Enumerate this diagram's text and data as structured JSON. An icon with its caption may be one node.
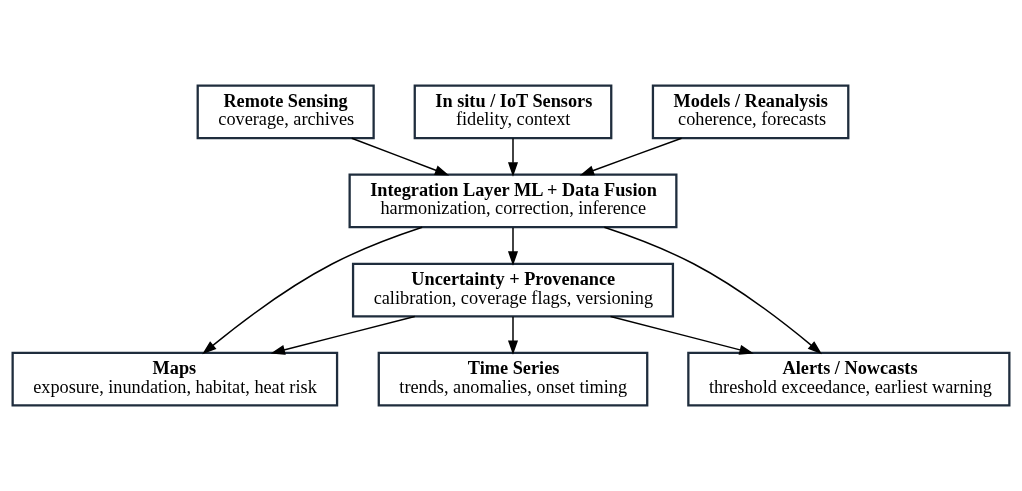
{
  "diagram": {
    "nodes": [
      {
        "text": [
          "Remote Sensing",
          "coverage, archives"
        ]
      },
      {
        "text": [
          "In situ / IoT Sensors",
          "fidelity, context"
        ]
      },
      {
        "text": [
          "Models / Reanalysis",
          "coherence, forecasts"
        ]
      },
      {
        "text": [
          "Integration Layer ML + Data Fusion",
          "harmonization, correction, inference"
        ]
      },
      {
        "text": [
          "Uncertainty + Provenance",
          "calibration, coverage flags, versioning"
        ]
      },
      {
        "text": [
          "Maps",
          "exposure, inundation, habitat, heat risk"
        ]
      },
      {
        "text": [
          "Time Series",
          "trends, anomalies, onset timing"
        ]
      },
      {
        "text": [
          "Alerts / Nowcasts",
          "threshold exceedance, earliest warning"
        ]
      }
    ],
    "edges": [
      {
        "from": 0,
        "to": 3,
        "arrow": "to"
      },
      {
        "from": 1,
        "to": 3,
        "arrow": "to"
      },
      {
        "from": 2,
        "to": 3,
        "arrow": "to"
      },
      {
        "from": 3,
        "to": 4,
        "arrow": "to"
      },
      {
        "from": 3,
        "to": 5,
        "arrow": "to"
      },
      {
        "from": 3,
        "to": 7,
        "arrow": "to"
      },
      {
        "from": 4,
        "to": 5,
        "arrow": "to"
      },
      {
        "from": 4,
        "to": 6,
        "arrow": "to"
      },
      {
        "from": 4,
        "to": 7,
        "arrow": "to"
      }
    ]
  }
}
